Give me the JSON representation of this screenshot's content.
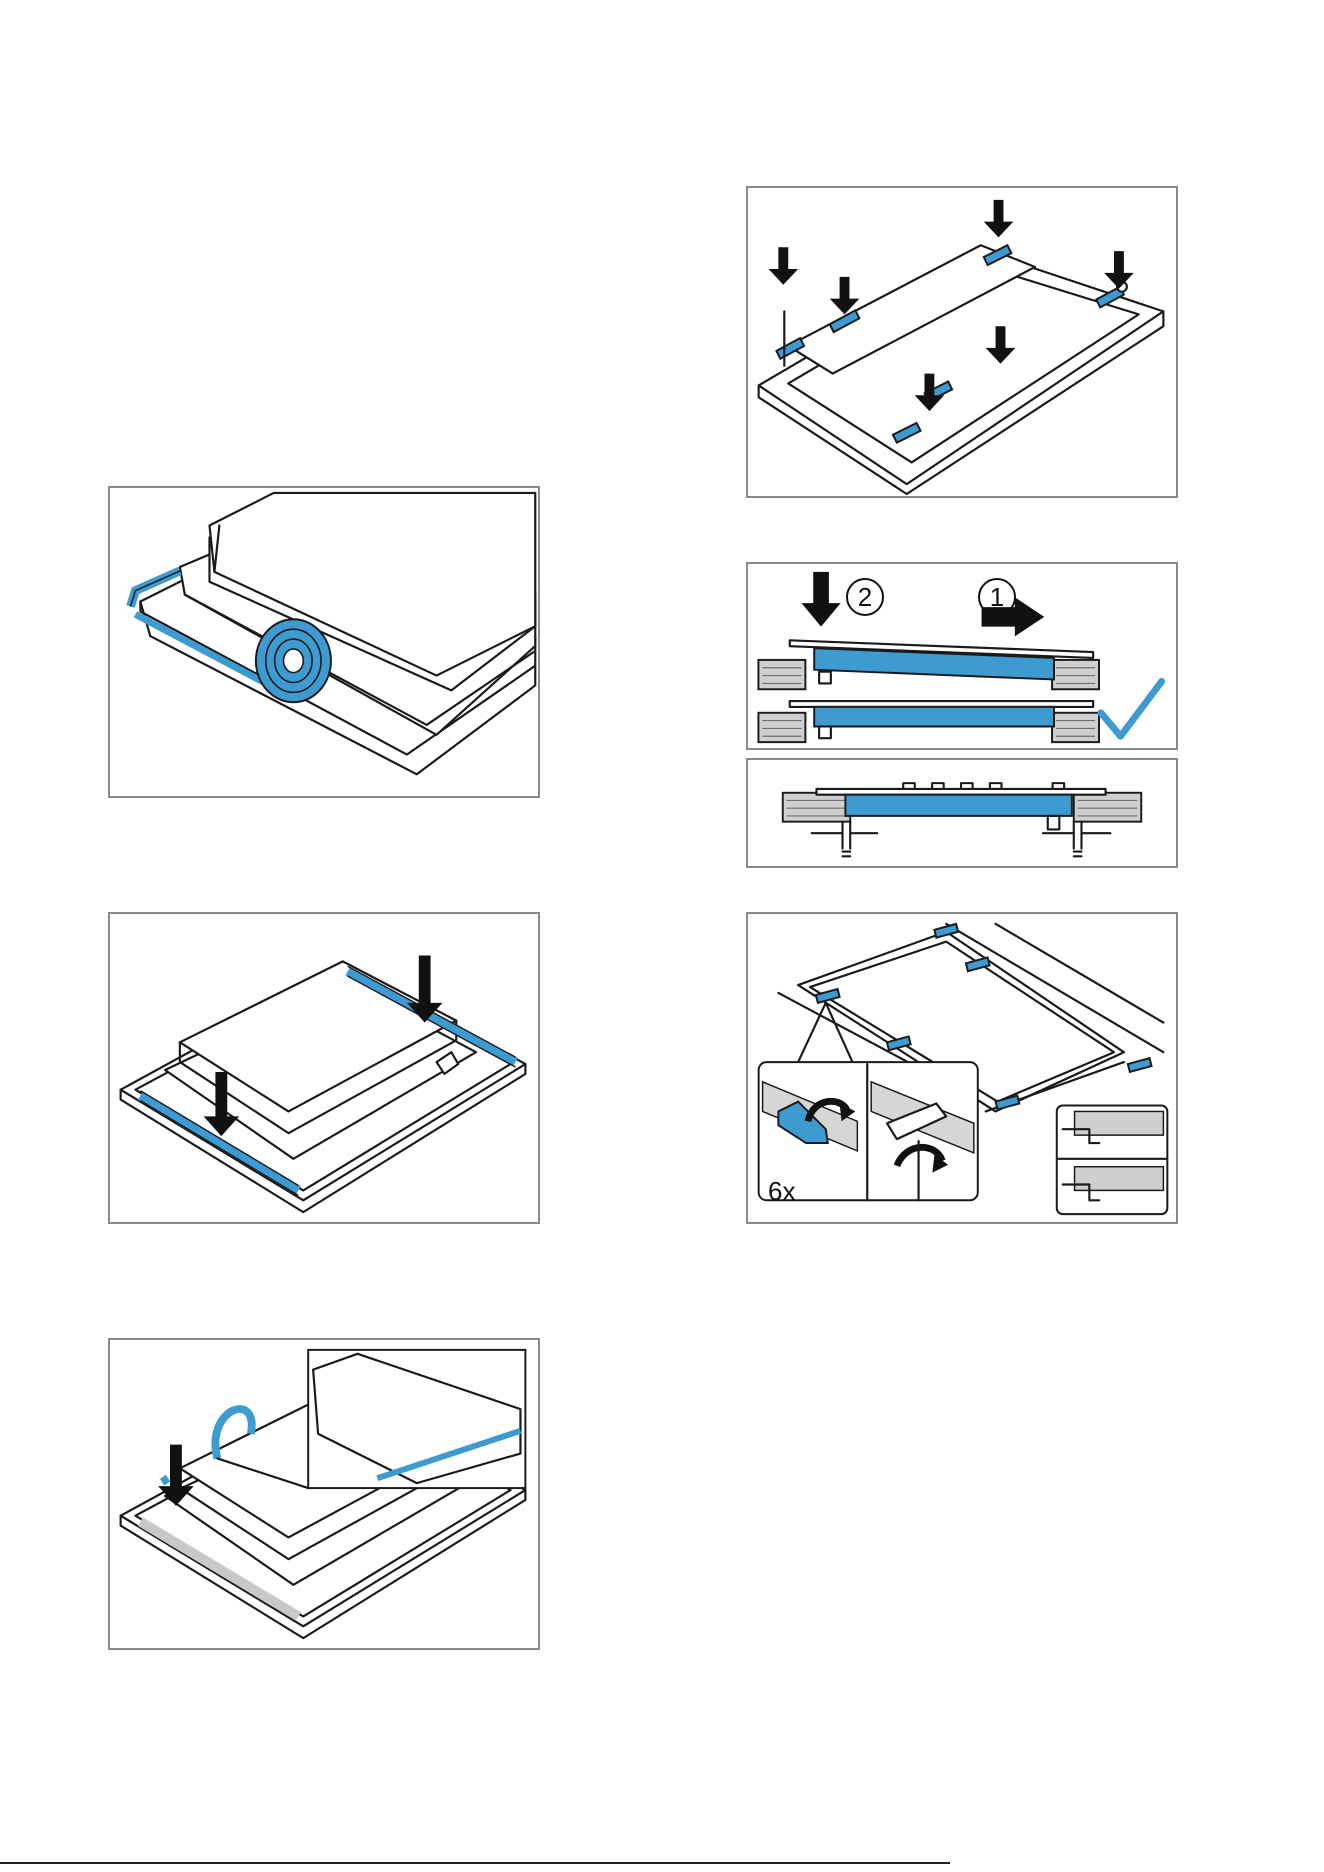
{
  "figures": {
    "seal_roll": {
      "icon": "seal-tape-roll-icon"
    },
    "seal_press": {
      "icon": "down-arrow-icon"
    },
    "seal_joint": {
      "icon": "down-arrow-icon"
    },
    "clamps_insert": {
      "icon": "down-arrow-icon"
    },
    "insert_hob": {
      "step_1": "1",
      "step_2": "2",
      "check_icon": "checkmark-icon",
      "check_color": "#3d9bd1"
    },
    "clamps_turn": {
      "count_label": "6x"
    }
  },
  "colors": {
    "accent": "#3d9bd1",
    "frame": "#8a8a8a",
    "line": "#1a1a1a"
  }
}
